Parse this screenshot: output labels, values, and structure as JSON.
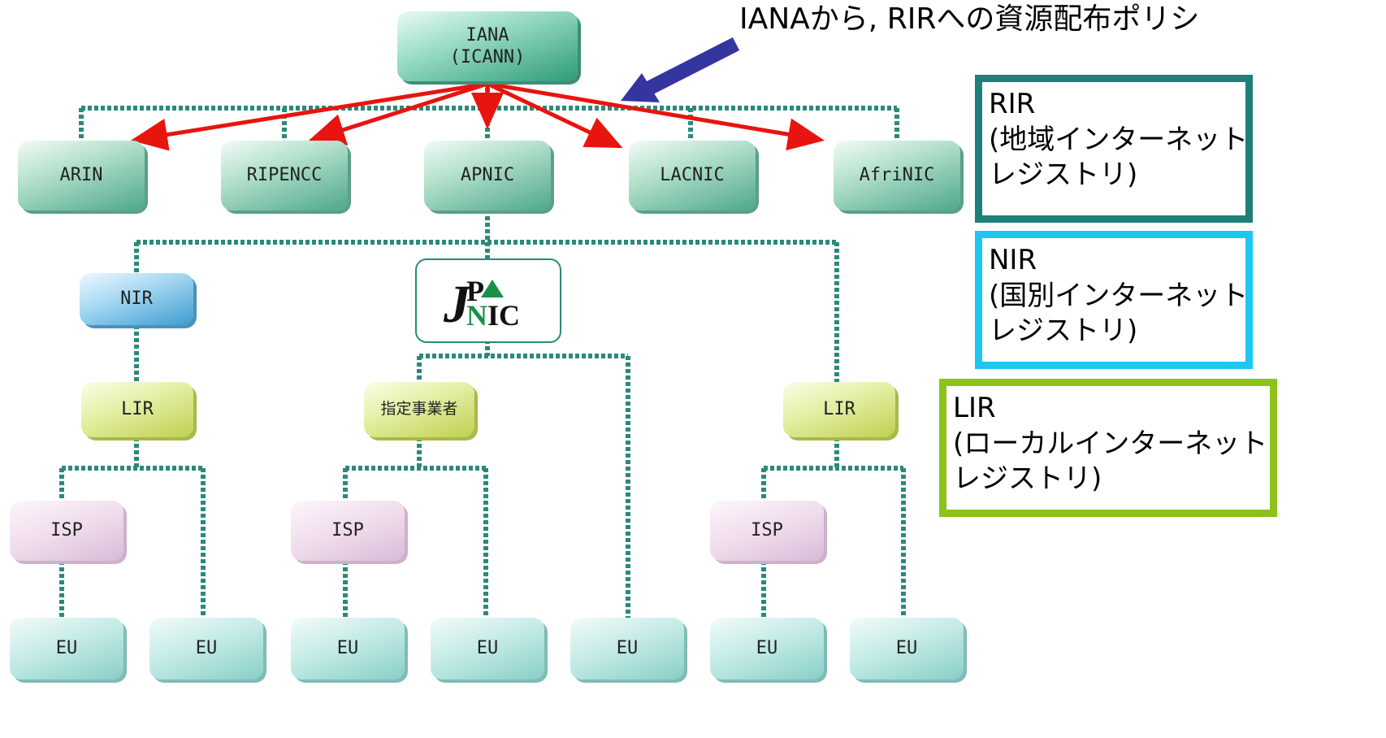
{
  "annotation": "IANAから, RIRへの資源配布ポリシ",
  "nodes": {
    "iana": "IANA\n(ICANN)",
    "arin": "ARIN",
    "ripencc": "RIPENCC",
    "apnic": "APNIC",
    "lacnic": "LACNIC",
    "afrinic": "AfriNIC",
    "nir": "NIR",
    "lir_left": "LIR",
    "designated": "指定事業者",
    "lir_right": "LIR",
    "isp": "ISP",
    "eu": "EU"
  },
  "logo_text": "JPNIC",
  "legend": {
    "rir": {
      "title": "RIR",
      "line1": "(地域インターネット",
      "line2": "レジストリ)"
    },
    "nir": {
      "title": "NIR",
      "line1": "(国別インターネット",
      "line2": "レジストリ)"
    },
    "lir": {
      "title": "LIR",
      "line1": "(ローカルインターネット",
      "line2": "レジストリ)"
    }
  },
  "colors": {
    "connector": "#2a8a78",
    "arrow": "#e8140f",
    "pointer_arrow": "#3535a0",
    "legend_rir": "#1f7f7a",
    "legend_nir": "#1ec6f2",
    "legend_lir": "#8cc21a"
  }
}
